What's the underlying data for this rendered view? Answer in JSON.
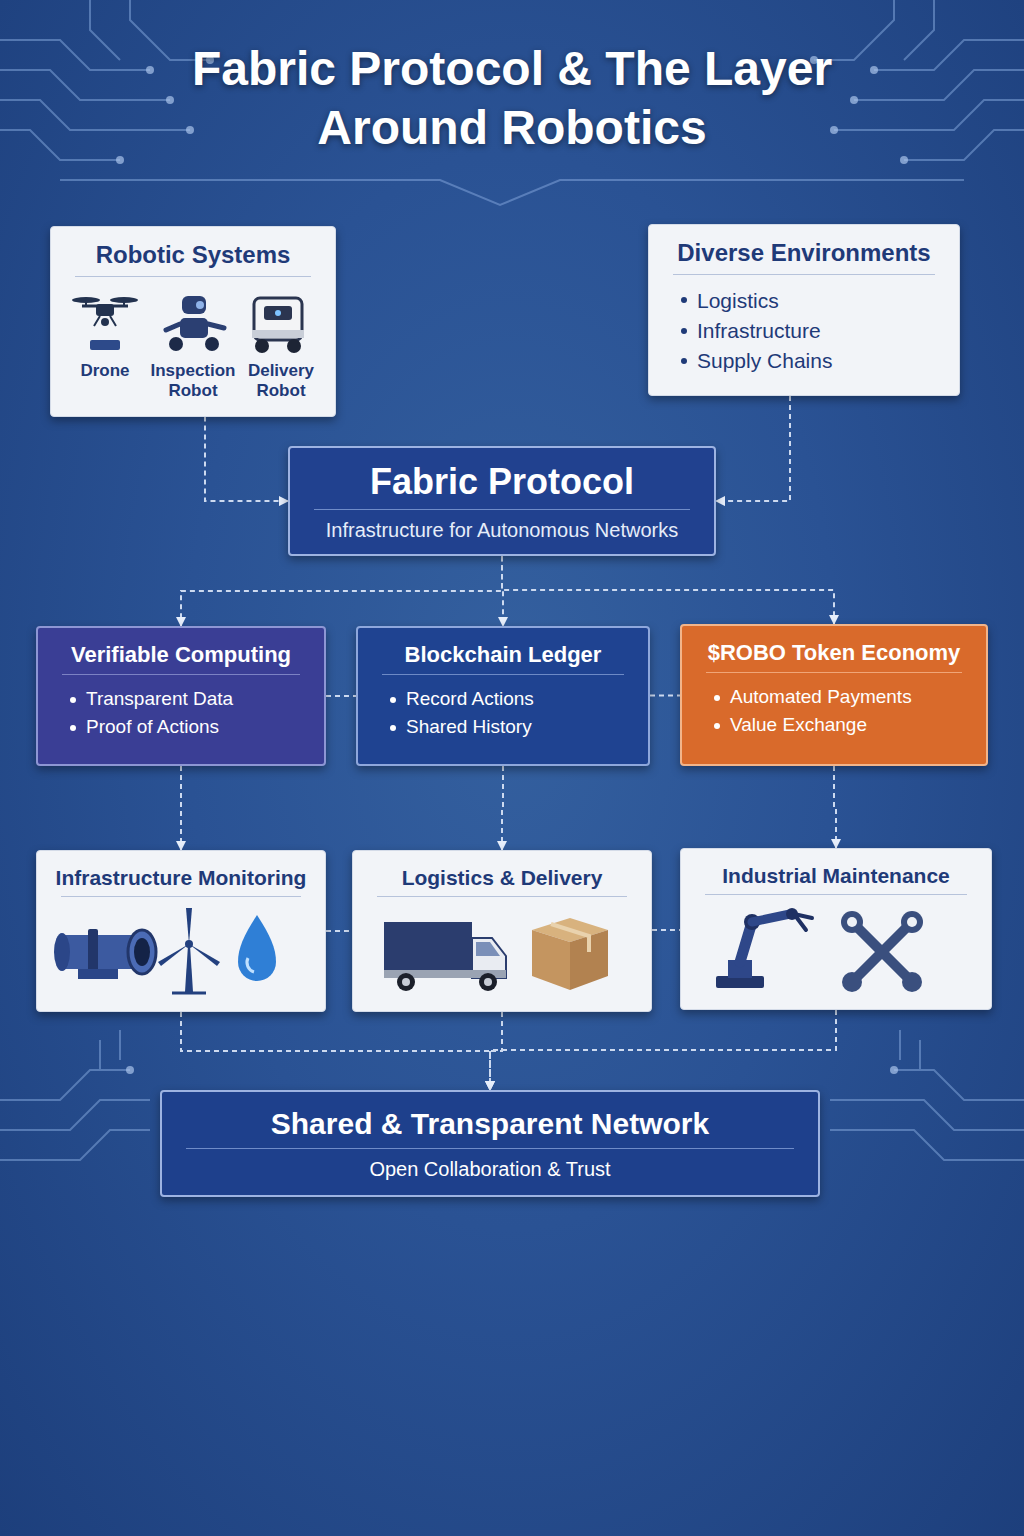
{
  "diagram": {
    "title": "Fabric Protocol & The Layer Around Robotics",
    "nodes": [
      {
        "text": [
          "Robotic Systems",
          "Drone",
          "Inspection Robot",
          "Delivery Robot"
        ]
      },
      {
        "text": [
          "Diverse Environments",
          "Logistics",
          "Infrastructure",
          "Supply Chains"
        ]
      },
      {
        "text": [
          "Fabric Protocol",
          "Infrastructure for Autonomous Networks"
        ]
      },
      {
        "text": [
          "Verifiable Computing",
          "Transparent Data",
          "Proof of Actions"
        ]
      },
      {
        "text": [
          "Blockchain Ledger",
          "Record Actions",
          "Shared History"
        ]
      },
      {
        "text": [
          "$ROBO Token Economy",
          "Automated Payments",
          "Value Exchange"
        ]
      },
      {
        "text": [
          "Infrastructure Monitoring"
        ]
      },
      {
        "text": [
          "Logistics & Delivery"
        ]
      },
      {
        "text": [
          "Industrial Maintenance"
        ]
      },
      {
        "text": [
          "Shared & Transparent Network",
          "Open Collaboration & Trust"
        ]
      }
    ],
    "edges": [
      {
        "from": 0,
        "to": 2,
        "arrow": "to"
      },
      {
        "from": 1,
        "to": 2,
        "arrow": "to"
      },
      {
        "from": 2,
        "to": 3,
        "arrow": "to"
      },
      {
        "from": 2,
        "to": 4,
        "arrow": "to"
      },
      {
        "from": 2,
        "to": 5,
        "arrow": "to"
      },
      {
        "from": 3,
        "to": 4,
        "arrow": "none"
      },
      {
        "from": 4,
        "to": 5,
        "arrow": "none"
      },
      {
        "from": 3,
        "to": 6,
        "arrow": "to"
      },
      {
        "from": 4,
        "to": 7,
        "arrow": "to"
      },
      {
        "from": 5,
        "to": 8,
        "arrow": "to"
      },
      {
        "from": 6,
        "to": 7,
        "arrow": "none"
      },
      {
        "from": 7,
        "to": 8,
        "arrow": "none"
      },
      {
        "from": 6,
        "to": 9,
        "arrow": "to"
      },
      {
        "from": 7,
        "to": 9,
        "arrow": "to"
      },
      {
        "from": 8,
        "to": 9,
        "arrow": "to"
      }
    ]
  }
}
